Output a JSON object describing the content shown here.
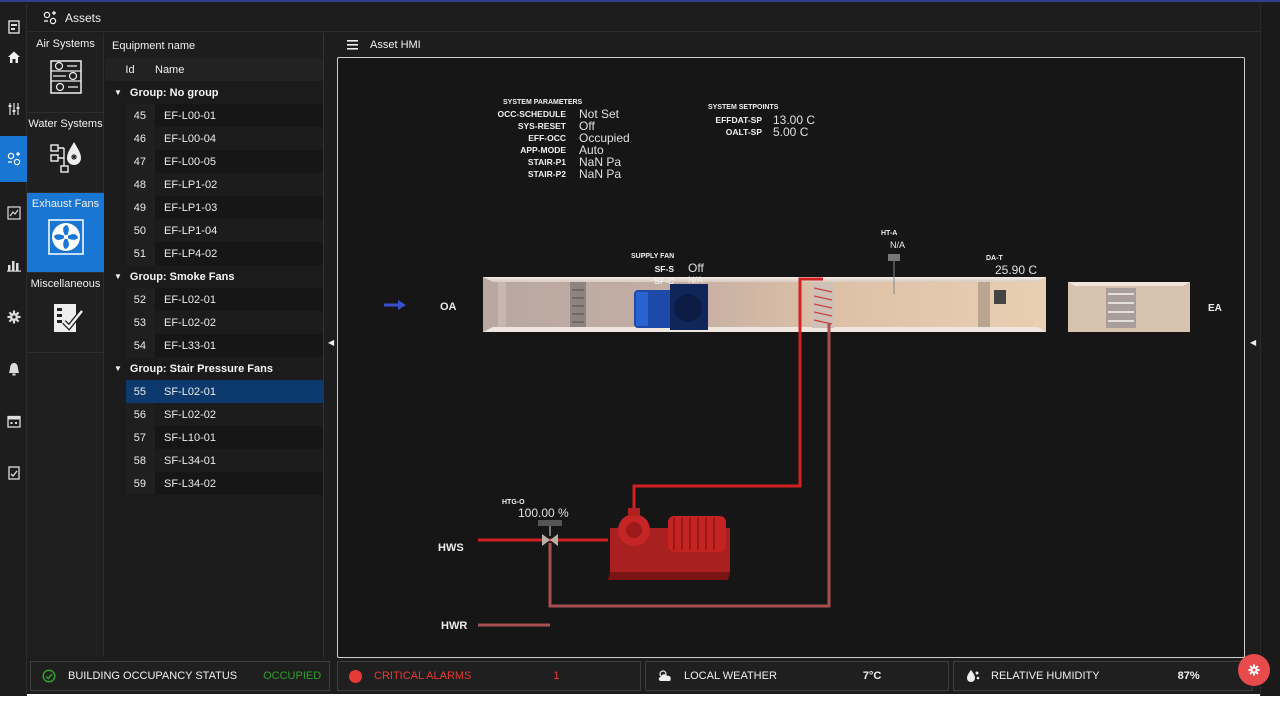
{
  "topbar": {
    "title": "Assets",
    "icon": "fan-icon"
  },
  "nav": [
    {
      "name": "nav-logo-icon"
    },
    {
      "name": "nav-home-icon"
    },
    {
      "name": "nav-sliders-icon"
    },
    {
      "name": "nav-assets-icon",
      "active": true
    },
    {
      "name": "nav-trend-icon"
    },
    {
      "name": "nav-chart-icon"
    },
    {
      "name": "nav-settings-icon"
    },
    {
      "name": "nav-alarm-icon"
    },
    {
      "name": "nav-calendar-icon"
    },
    {
      "name": "nav-reports-icon"
    }
  ],
  "categories": [
    {
      "label": "Air Systems",
      "icon": "air-systems-icon"
    },
    {
      "label": "Water Systems",
      "icon": "water-systems-icon"
    },
    {
      "label": "Exhaust Fans",
      "icon": "exhaust-fan-icon",
      "active": true
    },
    {
      "label": "Miscellaneous",
      "icon": "miscellaneous-icon"
    }
  ],
  "equipment": {
    "title": "Equipment name",
    "col_id": "Id",
    "col_name": "Name",
    "groups": [
      {
        "label": "Group: No group",
        "rows": [
          {
            "id": "45",
            "name": "EF-L00-01"
          },
          {
            "id": "46",
            "name": "EF-L00-04"
          },
          {
            "id": "47",
            "name": "EF-L00-05"
          },
          {
            "id": "48",
            "name": "EF-LP1-02"
          },
          {
            "id": "49",
            "name": "EF-LP1-03"
          },
          {
            "id": "50",
            "name": "EF-LP1-04"
          },
          {
            "id": "51",
            "name": "EF-LP4-02"
          }
        ]
      },
      {
        "label": "Group: Smoke Fans",
        "rows": [
          {
            "id": "52",
            "name": "EF-L02-01"
          },
          {
            "id": "53",
            "name": "EF-L02-02"
          },
          {
            "id": "54",
            "name": "EF-L33-01"
          }
        ]
      },
      {
        "label": "Group: Stair Pressure Fans",
        "rows": [
          {
            "id": "55",
            "name": "SF-L02-01",
            "selected": true
          },
          {
            "id": "56",
            "name": "SF-L02-02"
          },
          {
            "id": "57",
            "name": "SF-L10-01"
          },
          {
            "id": "58",
            "name": "SF-L34-01"
          },
          {
            "id": "59",
            "name": "SF-L34-02"
          }
        ]
      }
    ]
  },
  "hmi": {
    "title": "Asset HMI",
    "sys_params": {
      "heading": "SYSTEM PARAMETERS",
      "rows": [
        {
          "label": "OCC-SCHEDULE",
          "value": "Not Set"
        },
        {
          "label": "SYS-RESET",
          "value": "Off"
        },
        {
          "label": "EFF-OCC",
          "value": "Occupied"
        },
        {
          "label": "APP-MODE",
          "value": "Auto"
        },
        {
          "label": "STAIR-P1",
          "value": "NaN Pa"
        },
        {
          "label": "STAIR-P2",
          "value": "NaN Pa"
        }
      ]
    },
    "setpoints": {
      "heading": "SYSTEM SETPOINTS",
      "rows": [
        {
          "label": "EFFDAT-SP",
          "value": "13.00 C"
        },
        {
          "label": "OALT-SP",
          "value": "5.00 C"
        }
      ]
    },
    "supply_fan": {
      "heading": "SUPPLY FAN",
      "s_label": "SF-S",
      "s_value": "Off",
      "c_label": "SF-C",
      "c_value": "N/A"
    },
    "ht_a": {
      "label": "HT-A",
      "value": "N/A"
    },
    "da_t": {
      "label": "DA-T",
      "value": "25.90 C"
    },
    "oa": "OA",
    "ea": "EA",
    "htg_o": {
      "label": "HTG-O",
      "value": "100.00 %"
    },
    "hws": "HWS",
    "hwr": "HWR"
  },
  "status": {
    "occupancy_label": "BUILDING OCCUPANCY STATUS",
    "occupancy_value": "OCCUPIED",
    "alarms_label": "CRITICAL ALARMS",
    "alarms_value": "1",
    "weather_label": "LOCAL WEATHER",
    "weather_value": "7°C",
    "humidity_label": "RELATIVE HUMIDITY",
    "humidity_value": "87%"
  },
  "colors": {
    "accent": "#1976d2",
    "occupied": "#2e9e2e",
    "alarm": "#e53935",
    "pipe_hot": "#d32020",
    "pipe_return": "#a85050"
  }
}
